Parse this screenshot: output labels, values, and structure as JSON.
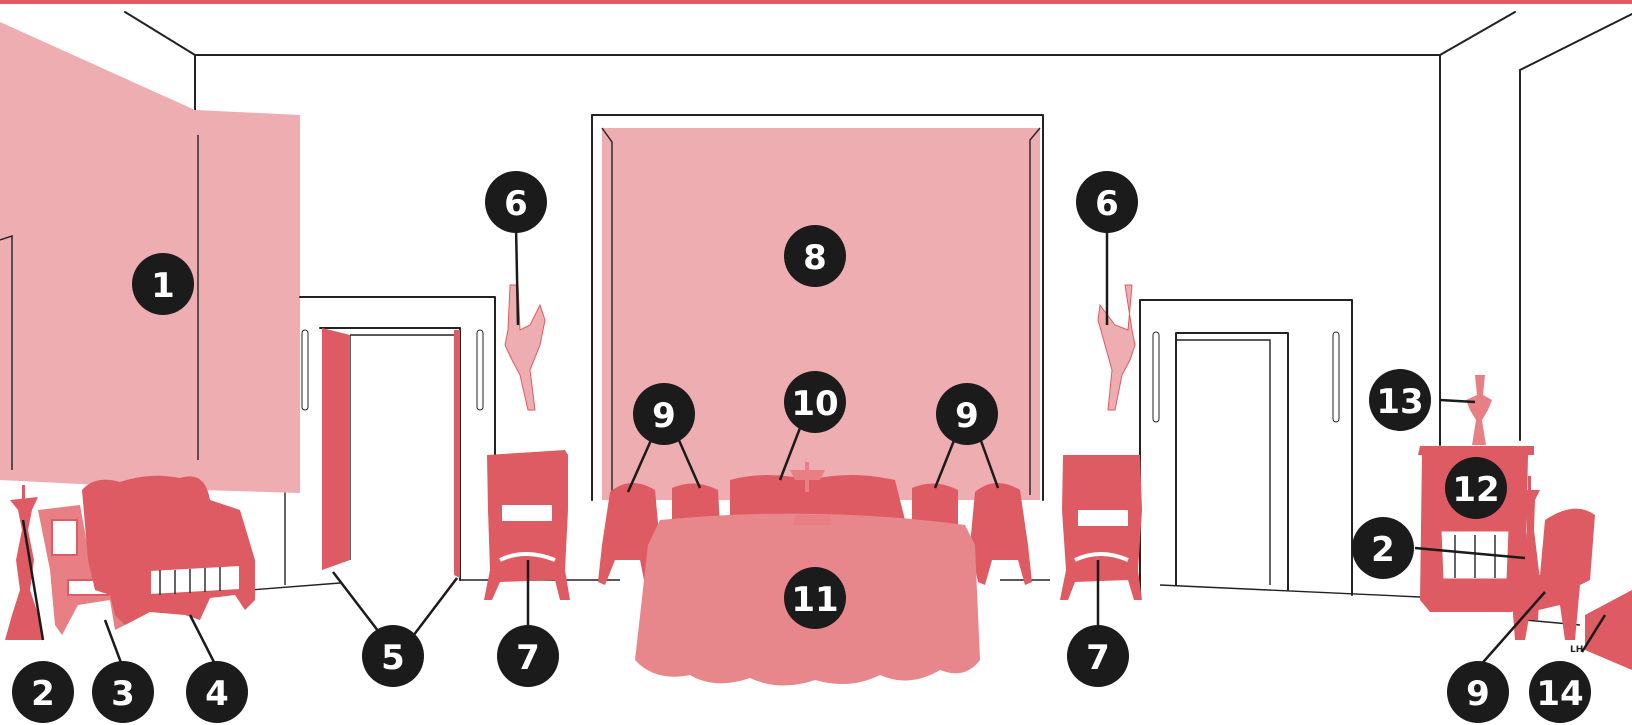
{
  "colors": {
    "top_bar": "#e05a67",
    "wall_hanging": "#eeadb0",
    "furniture": "#de5b63",
    "furniture_light": "#e77f84",
    "tablecloth": "#e8878b",
    "callout_fill": "#1b1b1b",
    "callout_text": "#ffffff"
  },
  "artist_initials": "LH",
  "callouts": [
    {
      "id": "tapestry-left",
      "label": "1"
    },
    {
      "id": "candlestand-left",
      "label": "2"
    },
    {
      "id": "side-chair-left",
      "label": "3"
    },
    {
      "id": "settee-left",
      "label": "4"
    },
    {
      "id": "doors-left",
      "label": "5"
    },
    {
      "id": "sconce-left",
      "label": "6"
    },
    {
      "id": "armchair-left",
      "label": "7"
    },
    {
      "id": "tapestry-center",
      "label": "8"
    },
    {
      "id": "small-chairs-left",
      "label": "9"
    },
    {
      "id": "settee-center",
      "label": "10"
    },
    {
      "id": "table",
      "label": "11"
    },
    {
      "id": "sconce-right",
      "label": "6"
    },
    {
      "id": "small-chairs-right",
      "label": "9"
    },
    {
      "id": "armchair-right",
      "label": "7"
    },
    {
      "id": "pedestal",
      "label": "13"
    },
    {
      "id": "cabinet",
      "label": "12"
    },
    {
      "id": "candlestand-right",
      "label": "2"
    },
    {
      "id": "chair-right",
      "label": "9"
    },
    {
      "id": "corner-piece",
      "label": "14"
    }
  ]
}
